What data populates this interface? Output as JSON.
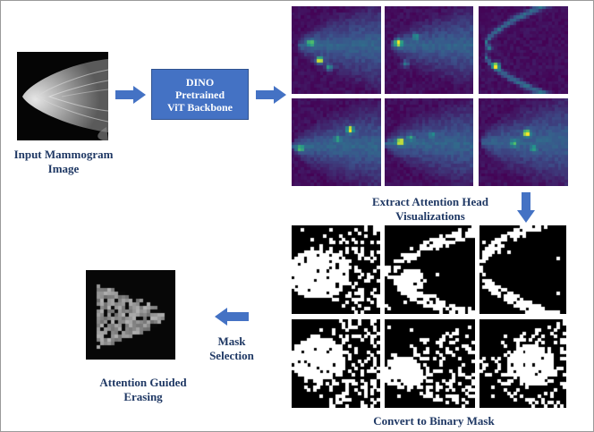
{
  "input_label": [
    "Input Mammogram",
    "Image"
  ],
  "backbone_label": [
    "DINO",
    "Pretrained",
    "ViT Backbone"
  ],
  "attention_label": [
    "Extract Attention Head",
    "Visualizations"
  ],
  "binary_label": "Convert to Binary Mask",
  "mask_selection_label": [
    "Mask",
    "Selection"
  ],
  "erasing_label": [
    "Attention Guided",
    "Erasing"
  ],
  "colors": {
    "arrow": "#4472c4",
    "box_fill": "#4472c4",
    "caption": "#1f3864",
    "attention_low": "#440154",
    "attention_high": "#fde725"
  },
  "icons": [
    "arrow-right-icon",
    "arrow-down-icon",
    "arrow-left-icon"
  ]
}
